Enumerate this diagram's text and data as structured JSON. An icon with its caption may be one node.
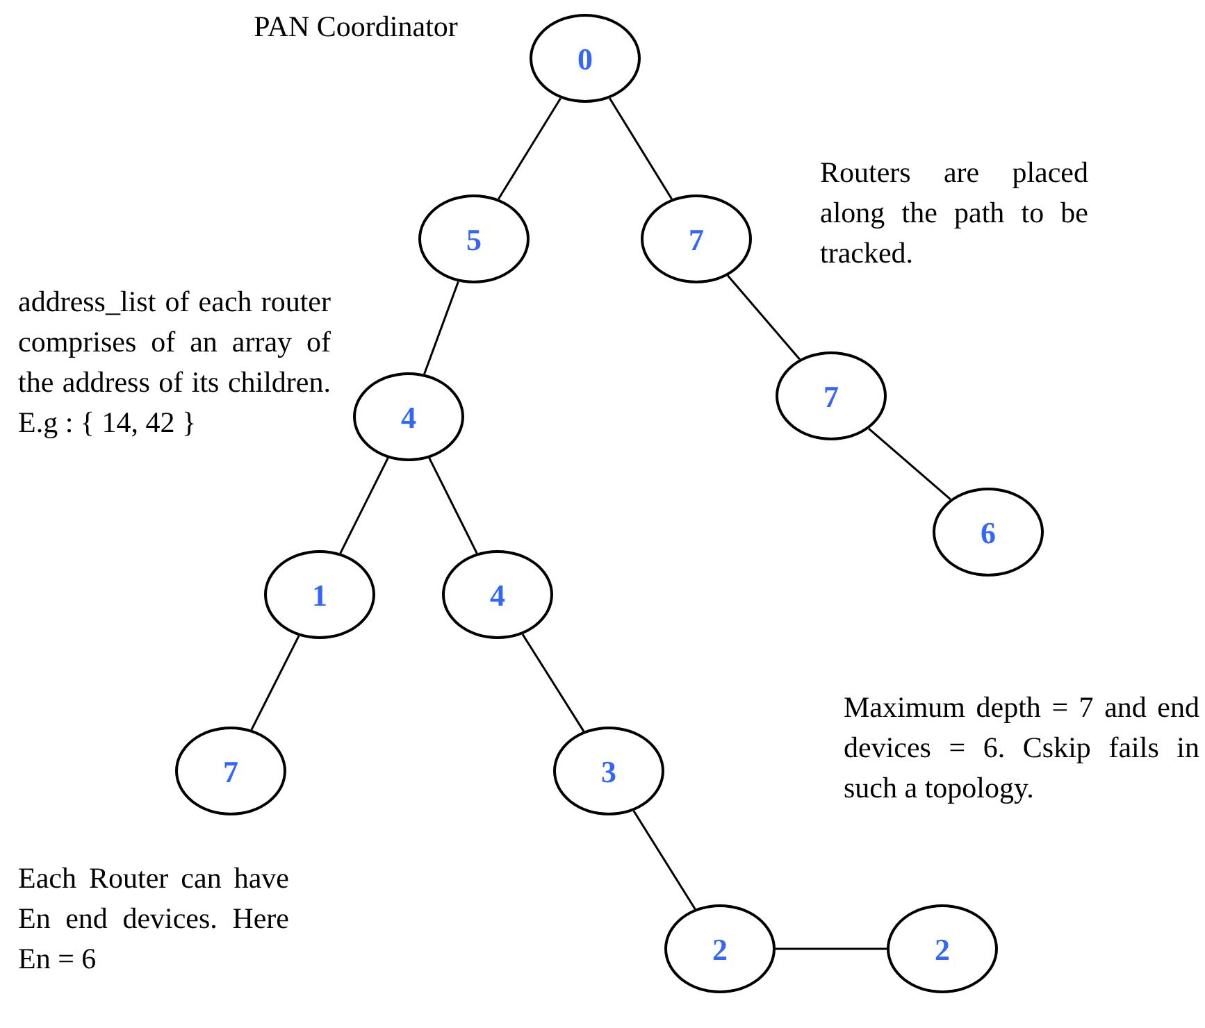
{
  "diagram": {
    "nodes": [
      {
        "text": [
          "0"
        ],
        "beside": [
          "PAN Coordinator"
        ]
      },
      {
        "text": [
          "5"
        ]
      },
      {
        "text": [
          "7"
        ]
      },
      {
        "text": [
          "4"
        ]
      },
      {
        "text": [
          "7"
        ]
      },
      {
        "text": [
          "6"
        ]
      },
      {
        "text": [
          "1"
        ]
      },
      {
        "text": [
          "4"
        ]
      },
      {
        "text": [
          "7"
        ]
      },
      {
        "text": [
          "3"
        ]
      },
      {
        "text": [
          "2"
        ]
      },
      {
        "text": [
          "2"
        ]
      }
    ],
    "edges": [
      {
        "from": 0,
        "to": 1,
        "arrow": "none"
      },
      {
        "from": 0,
        "to": 2,
        "arrow": "none"
      },
      {
        "from": 1,
        "to": 3,
        "arrow": "none"
      },
      {
        "from": 2,
        "to": 4,
        "arrow": "none"
      },
      {
        "from": 4,
        "to": 5,
        "arrow": "none"
      },
      {
        "from": 3,
        "to": 6,
        "arrow": "none"
      },
      {
        "from": 3,
        "to": 7,
        "arrow": "none"
      },
      {
        "from": 6,
        "to": 8,
        "arrow": "none"
      },
      {
        "from": 7,
        "to": 9,
        "arrow": "none"
      },
      {
        "from": 9,
        "to": 10,
        "arrow": "none"
      },
      {
        "from": 10,
        "to": 11,
        "arrow": "none"
      }
    ],
    "labels": [
      "Routers are placed along the path to be tracked.",
      "address_list of each router comprises of an array of the address of its children. E.g : { 14, 42 }",
      "Maximum depth = 7 and end devices = 6. Cskip fails in such a topology.",
      "Each Router can have En end devices. Here En = 6"
    ]
  }
}
